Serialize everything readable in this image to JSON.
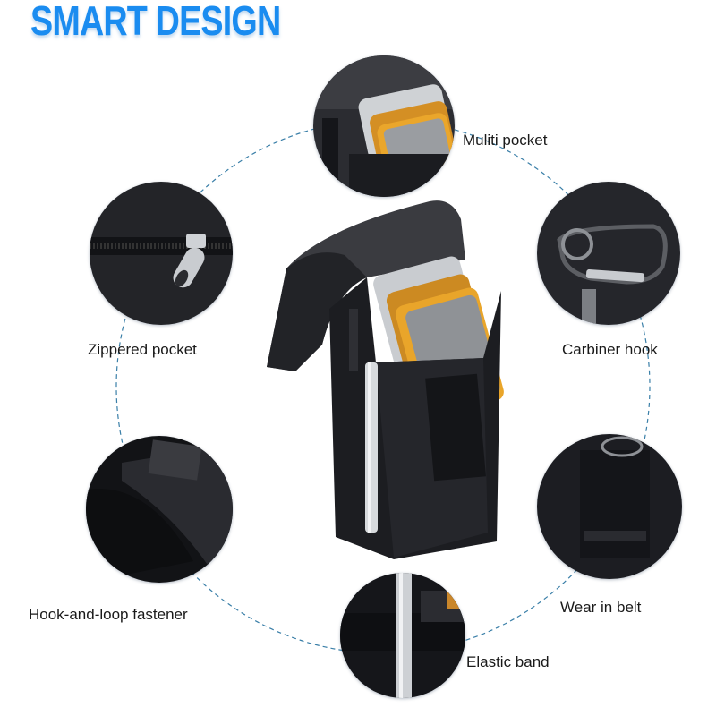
{
  "header": {
    "title": "SMART DESIGN",
    "title_color": "#1a8cf0"
  },
  "ring": {
    "stroke_color": "#3a7fa8",
    "style": "dashed"
  },
  "features": [
    {
      "id": "multi-pocket",
      "label": "Muliti pocket"
    },
    {
      "id": "zippered-pocket",
      "label": "Zippered pocket"
    },
    {
      "id": "carabiner-hook",
      "label": "Carbiner hook"
    },
    {
      "id": "hook-and-loop",
      "label": "Hook-and-loop fastener"
    },
    {
      "id": "wear-in-belt",
      "label": "Wear in belt"
    },
    {
      "id": "elastic-band",
      "label": "Elastic band"
    }
  ],
  "product": {
    "name": "phone-holster-pouch",
    "colors": {
      "fabric": "#1c1d21",
      "accent_phone": "#e9a52a"
    }
  }
}
